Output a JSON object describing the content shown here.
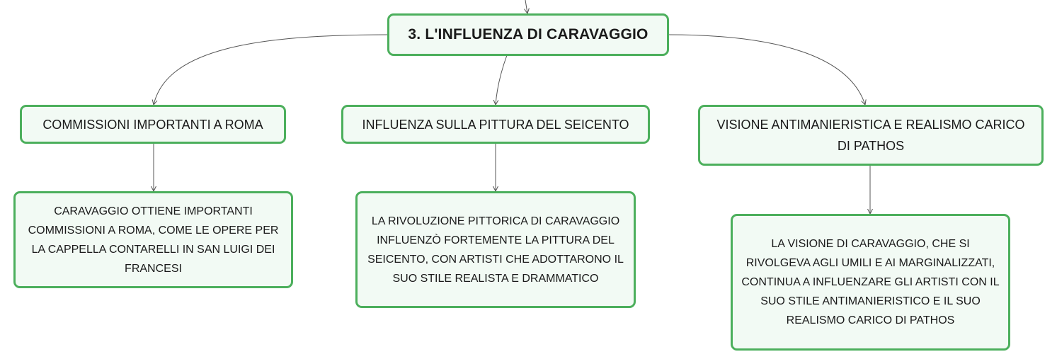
{
  "diagram": {
    "accent_color": "#4caf5c",
    "node_fill": "#f2faf4",
    "line_color": "#555555",
    "root": {
      "label": "3. L'INFLUENZA DI CARAVAGGIO"
    },
    "branches": [
      {
        "label": "COMMISSIONI IMPORTANTI A ROMA",
        "detail": "CARAVAGGIO OTTIENE IMPORTANTI COMMISSIONI A ROMA, COME LE OPERE PER LA CAPPELLA CONTARELLI IN SAN LUIGI DEI FRANCESI"
      },
      {
        "label": "INFLUENZA SULLA PITTURA DEL SEICENTO",
        "detail": "LA RIVOLUZIONE PITTORICA DI CARAVAGGIO INFLUENZÒ FORTEMENTE LA PITTURA DEL SEICENTO, CON ARTISTI CHE ADOTTARONO IL SUO STILE REALISTA E DRAMMATICO"
      },
      {
        "label": "VISIONE ANTIMANIERISTICA E REALISMO CARICO DI PATHOS",
        "detail": "LA VISIONE DI CARAVAGGIO, CHE SI RIVOLGEVA AGLI UMILI E AI MARGINALIZZATI, CONTINUA A INFLUENZARE GLI ARTISTI CON IL SUO STILE ANTIMANIERISTICO E IL SUO REALISMO CARICO DI PATHOS"
      }
    ]
  }
}
